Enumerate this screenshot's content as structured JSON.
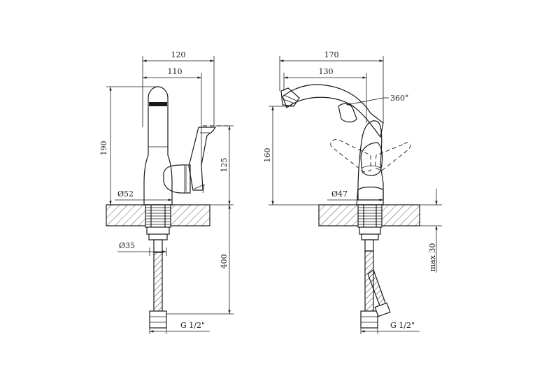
{
  "left_view": {
    "dim_width_outer": "120",
    "dim_width_inner": "110",
    "dim_height_total": "190",
    "dim_handle_height": "125",
    "dim_base_diameter": "Ø52",
    "dim_shank_diameter": "Ø35",
    "dim_hose_length": "400",
    "dim_thread": "G 1/2\""
  },
  "right_view": {
    "dim_width_outer": "170",
    "dim_width_inner": "130",
    "dim_rotation": "360°",
    "dim_height_spout": "160",
    "dim_base_diameter": "Ø47",
    "dim_max_thickness": "max 30",
    "dim_thread": "G 1/2\""
  }
}
